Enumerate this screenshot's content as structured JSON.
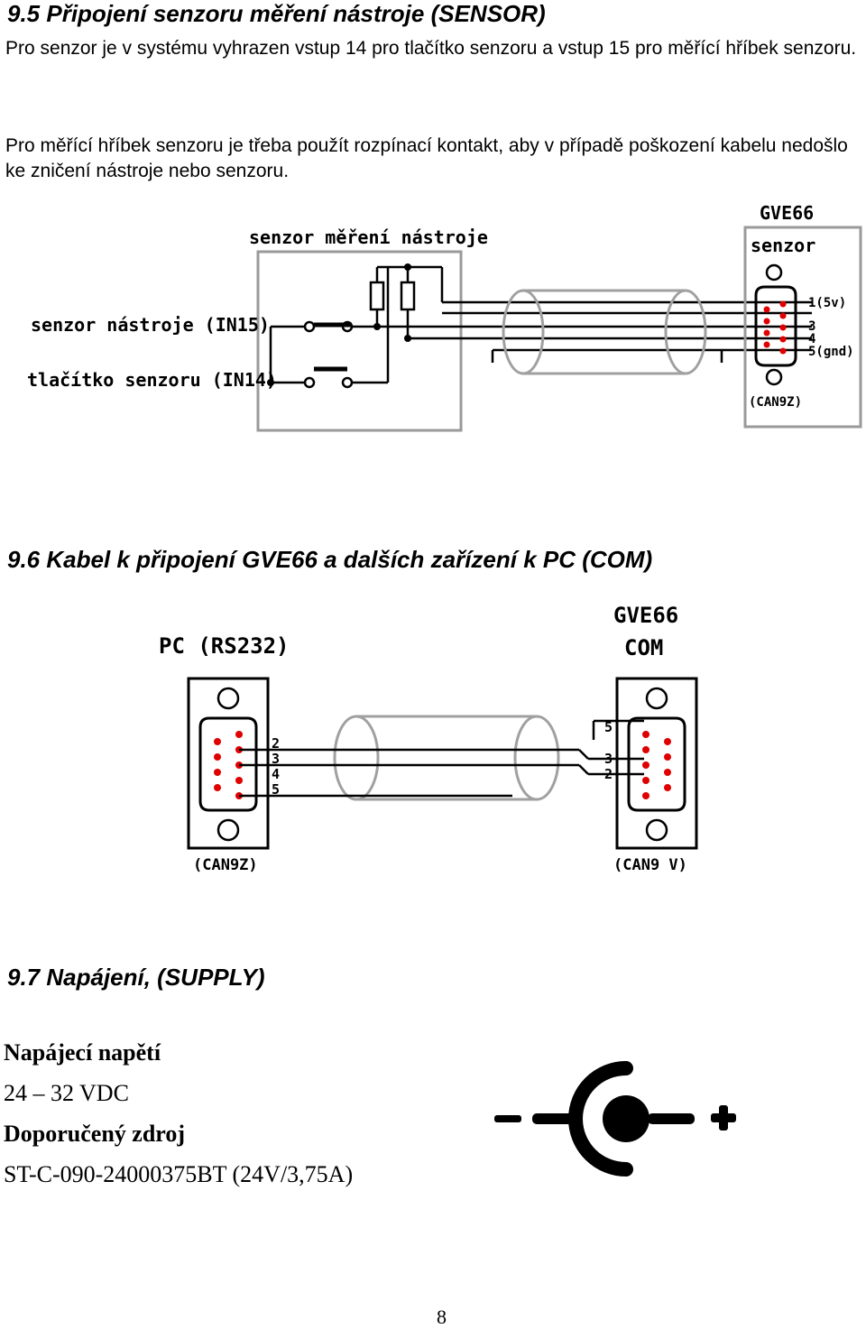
{
  "section_sensor": {
    "heading": "9.5 Připojení senzoru měření nástroje (SENSOR)",
    "para1": "Pro senzor je v systému vyhrazen vstup 14 pro tlačítko senzoru a vstup 15 pro měřící hříbek senzoru.",
    "para2": "Pro měřící hříbek senzoru je třeba použít rozpínací kontakt, aby v případě poškození kabelu nedošlo ke zničení nástroje nebo senzoru.",
    "diagram": {
      "sensor_title": "senzor měření nástroje",
      "label_in15": "senzor nástroje (IN15)",
      "label_in14": "tlačítko senzoru (IN14)",
      "gve_title": "GVE66",
      "gve_sub": "senzor",
      "pin1": "1(5v)",
      "pin3": "3",
      "pin4": "4",
      "pin5": "5(gnd)",
      "connector": "(CAN9Z)"
    }
  },
  "section_cable": {
    "heading": "9.6 Kabel k připojení GVE66 a dalších zařízení k PC (COM)",
    "diagram": {
      "pc_label": "PC (RS232)",
      "gve_label_1": "GVE66",
      "gve_label_2": "COM",
      "left_pins": [
        "2",
        "3",
        "4",
        "5"
      ],
      "right_pins": [
        "5",
        "3",
        "2"
      ],
      "left_connector": "(CAN9Z)",
      "right_connector": "(CAN9 V)"
    }
  },
  "section_supply": {
    "heading": "9.7 Napájení, (SUPPLY)",
    "voltage_label": "Napájecí napětí",
    "voltage_value": "24 – 32 VDC",
    "source_label": "Doporučený zdroj",
    "source_value": "ST-C-090-24000375BT (24V/3,75A)"
  },
  "page_number": "8"
}
